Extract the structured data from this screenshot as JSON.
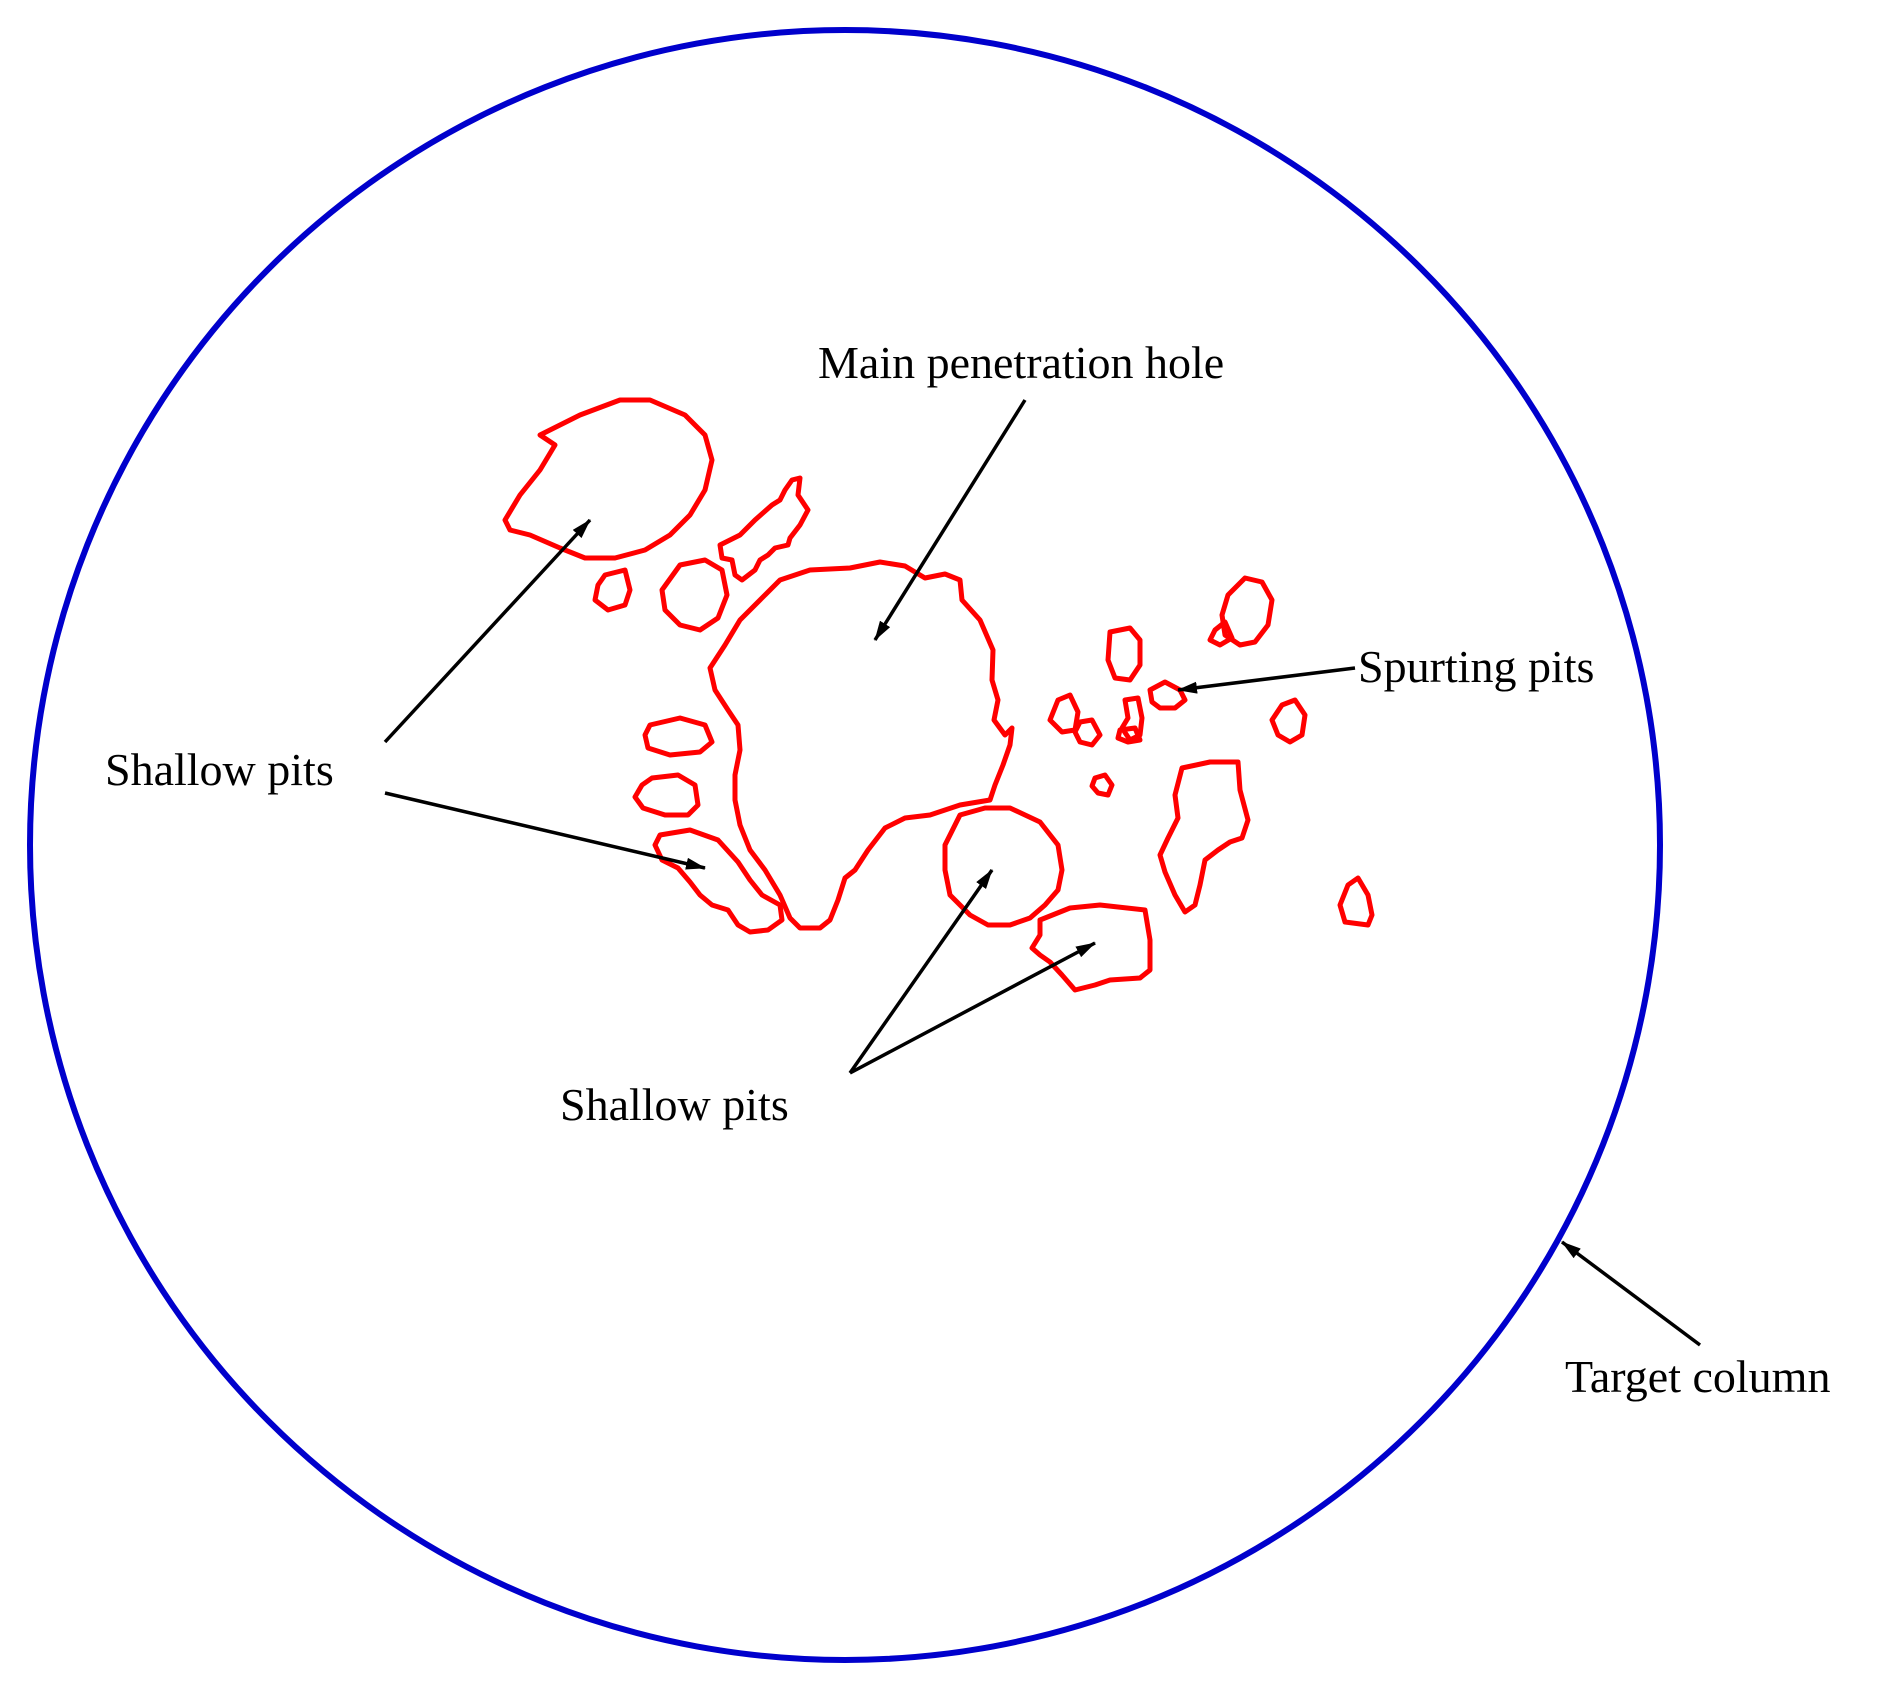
{
  "diagram": {
    "labels": {
      "main_hole": "Main penetration hole",
      "spurting_pits": "Spurting pits",
      "shallow_pits_left": "Shallow pits",
      "shallow_pits_bottom": "Shallow pits",
      "target_column": "Target column"
    },
    "colors": {
      "target_outline": "#0000cc",
      "pit_outline": "#ff0000",
      "arrows": "#000000",
      "text": "#000000"
    }
  }
}
